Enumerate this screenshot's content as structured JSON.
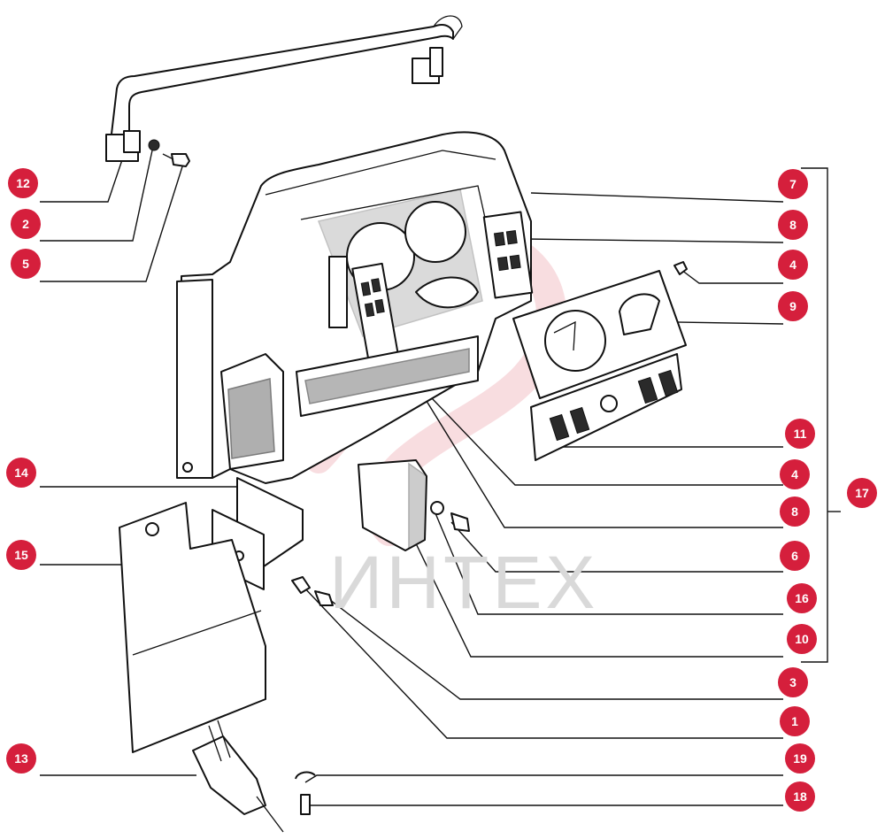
{
  "colors": {
    "badge": "#d51f3c",
    "watermark_logo": "#f4c2c8",
    "watermark_text": "#d9d9d9"
  },
  "watermark": {
    "logo": "intekh-logo",
    "text": "ИНТЕХ"
  },
  "callouts": [
    {
      "id": "callout-12",
      "label": "12"
    },
    {
      "id": "callout-2",
      "label": "2"
    },
    {
      "id": "callout-5",
      "label": "5"
    },
    {
      "id": "callout-14",
      "label": "14"
    },
    {
      "id": "callout-15",
      "label": "15"
    },
    {
      "id": "callout-13",
      "label": "13"
    },
    {
      "id": "callout-7",
      "label": "7"
    },
    {
      "id": "callout-8a",
      "label": "8"
    },
    {
      "id": "callout-4a",
      "label": "4"
    },
    {
      "id": "callout-9",
      "label": "9"
    },
    {
      "id": "callout-11",
      "label": "11"
    },
    {
      "id": "callout-4b",
      "label": "4"
    },
    {
      "id": "callout-8b",
      "label": "8"
    },
    {
      "id": "callout-6",
      "label": "6"
    },
    {
      "id": "callout-16",
      "label": "16"
    },
    {
      "id": "callout-10",
      "label": "10"
    },
    {
      "id": "callout-3",
      "label": "3"
    },
    {
      "id": "callout-1",
      "label": "1"
    },
    {
      "id": "callout-19",
      "label": "19"
    },
    {
      "id": "callout-18",
      "label": "18"
    },
    {
      "id": "callout-17",
      "label": "17"
    }
  ]
}
